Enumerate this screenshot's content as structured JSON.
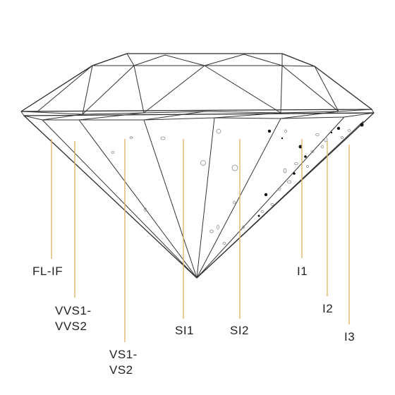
{
  "grades": [
    {
      "id": "fl-if",
      "lines": [
        "FL-IF"
      ]
    },
    {
      "id": "vvs",
      "lines": [
        "VVS1-",
        "VVS2"
      ]
    },
    {
      "id": "vs",
      "lines": [
        "VS1-",
        "VS2"
      ]
    },
    {
      "id": "si1",
      "lines": [
        "SI1"
      ]
    },
    {
      "id": "si2",
      "lines": [
        "SI2"
      ]
    },
    {
      "id": "i1",
      "lines": [
        "I1"
      ]
    },
    {
      "id": "i2",
      "lines": [
        "I2"
      ]
    },
    {
      "id": "i3",
      "lines": [
        "I3"
      ]
    }
  ],
  "colors": {
    "leader": "#E0B66B",
    "outline": "#2b2b2b",
    "text": "#222222"
  }
}
